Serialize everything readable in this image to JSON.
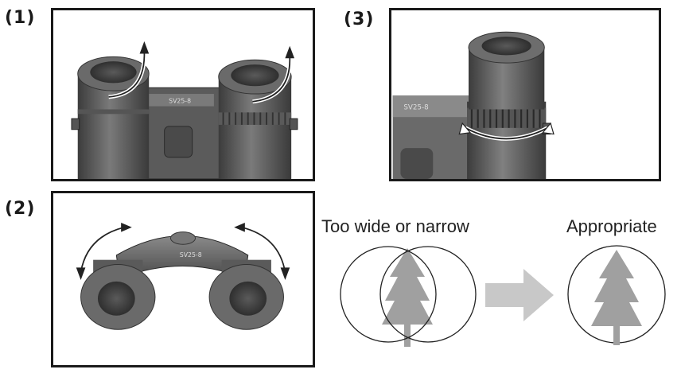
{
  "steps": {
    "step1": "(1)",
    "step2": "(2)",
    "step3": "(3)"
  },
  "panel1": {
    "model_label": "SV25-8"
  },
  "panel2": {
    "model_label": "SV25-8"
  },
  "panel3": {
    "model_label": "SV25-8"
  },
  "comparison": {
    "wrong_caption": "Too wide or narrow",
    "right_caption": "Appropriate"
  },
  "colors": {
    "border": "#1a1a1a",
    "tree": "#a0a0a0",
    "arrow": "#c8c8c8",
    "body_dark": "#4a4a4a",
    "body_mid": "#6e6e6e",
    "body_light": "#9a9a9a"
  }
}
